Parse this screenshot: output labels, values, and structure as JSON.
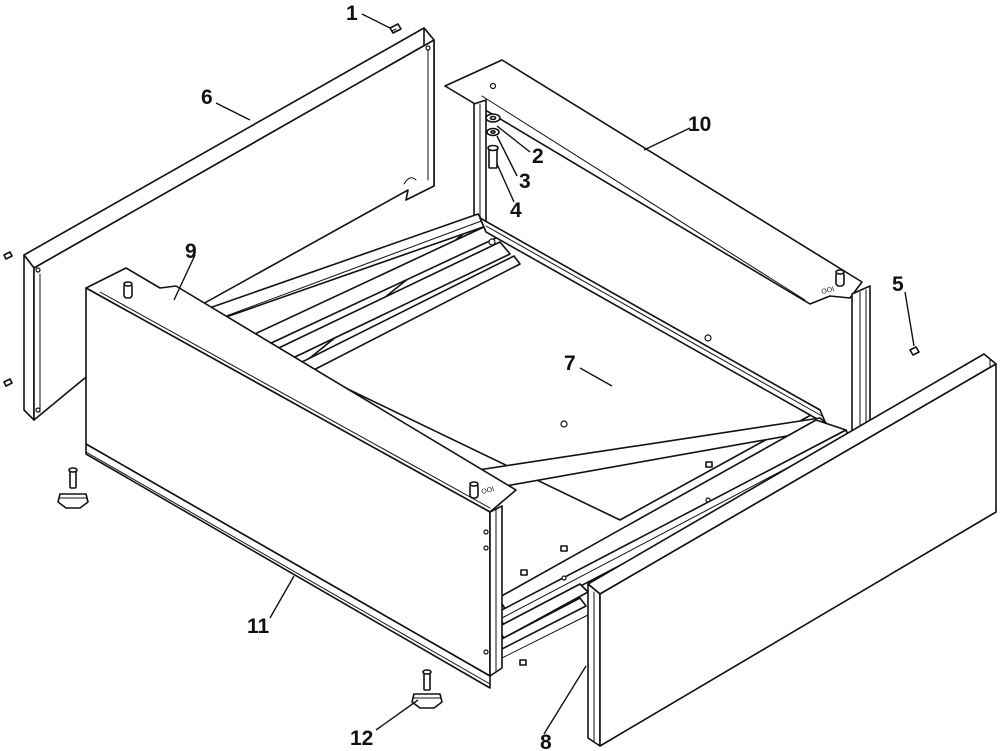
{
  "diagram": {
    "colors": {
      "line": "#111111",
      "background": "#ffffff"
    },
    "callouts": [
      {
        "id": "1",
        "label": "1"
      },
      {
        "id": "2",
        "label": "2"
      },
      {
        "id": "3",
        "label": "3"
      },
      {
        "id": "4",
        "label": "4"
      },
      {
        "id": "5",
        "label": "5"
      },
      {
        "id": "6",
        "label": "6"
      },
      {
        "id": "7",
        "label": "7"
      },
      {
        "id": "8",
        "label": "8"
      },
      {
        "id": "9",
        "label": "9"
      },
      {
        "id": "10",
        "label": "10"
      },
      {
        "id": "11",
        "label": "11"
      },
      {
        "id": "12",
        "label": "12"
      }
    ]
  }
}
